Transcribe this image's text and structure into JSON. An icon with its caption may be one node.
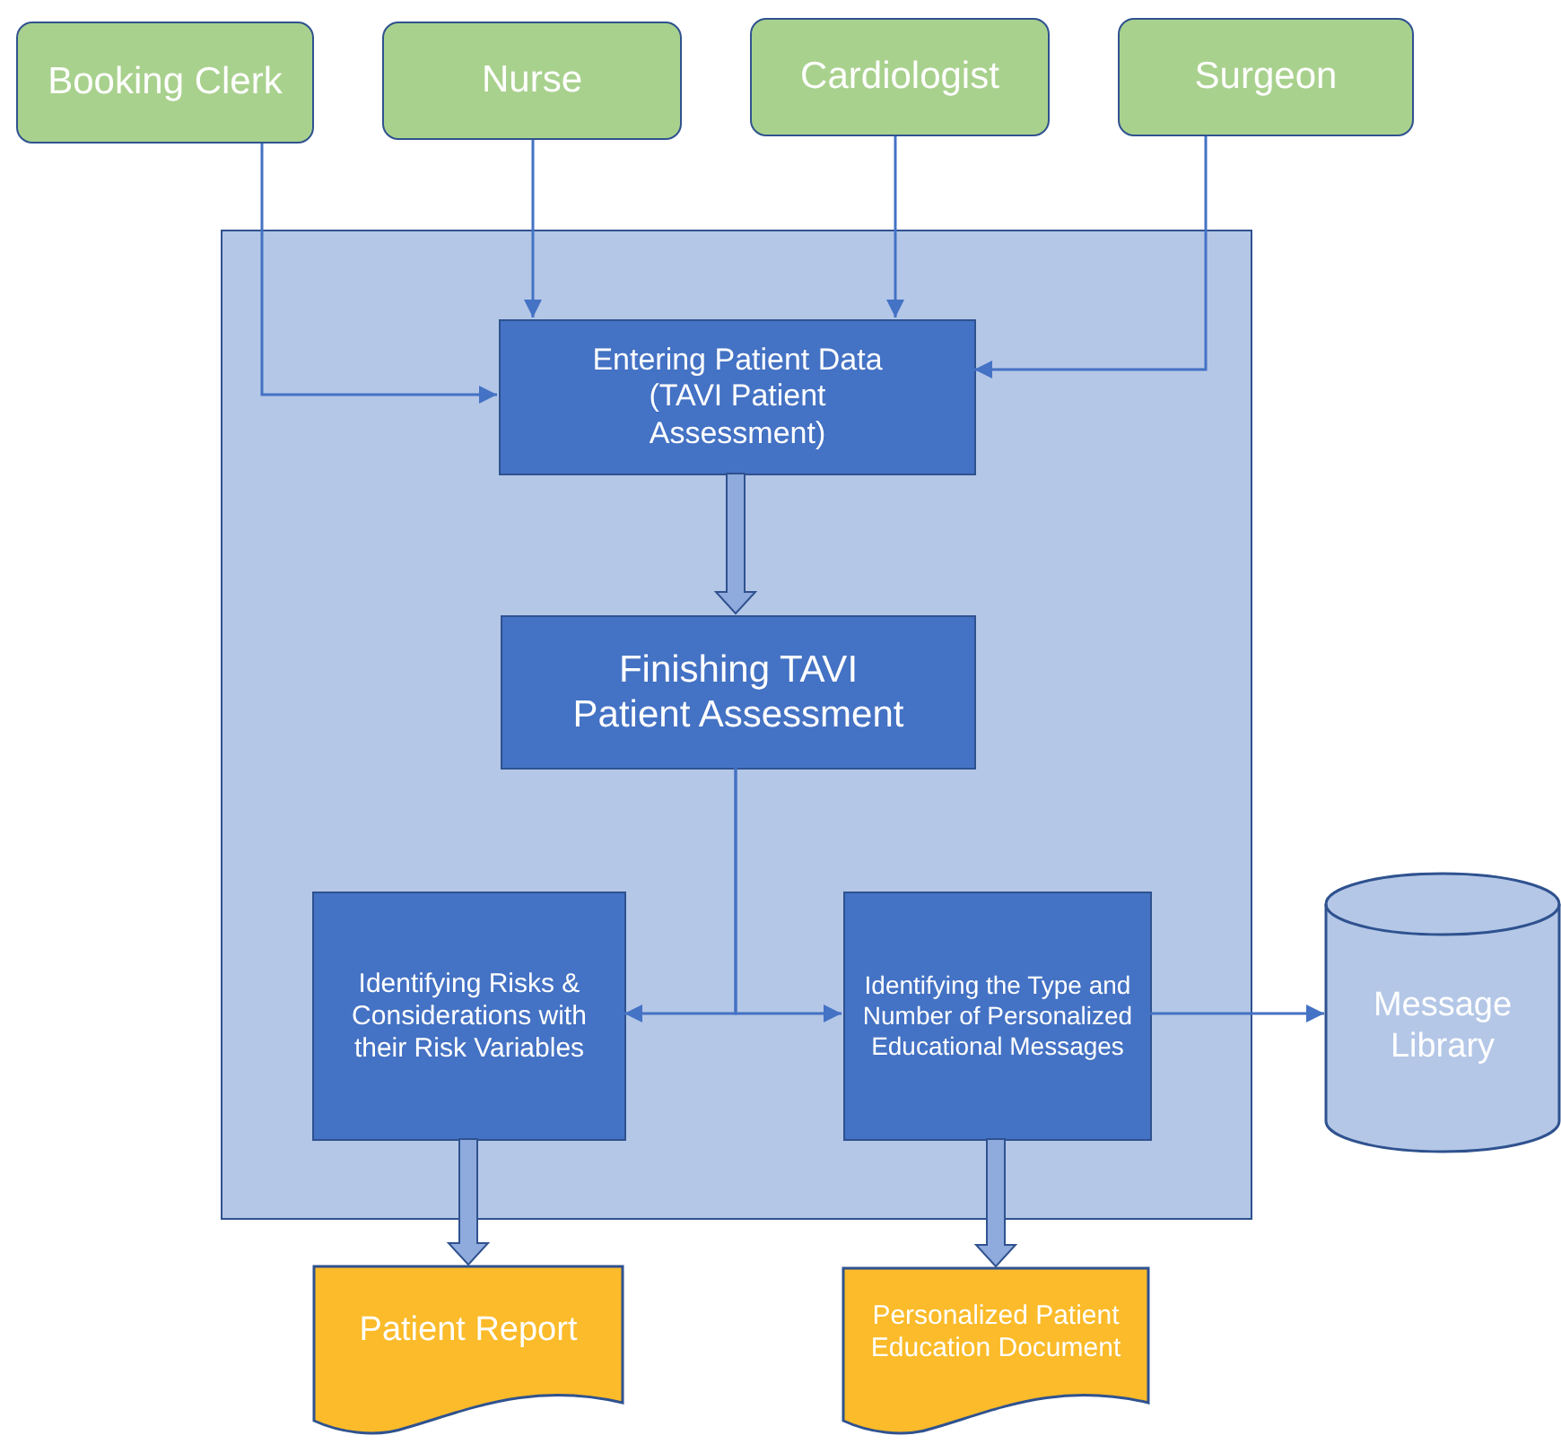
{
  "diagram": {
    "nodes": [
      {
        "text": [
          "Booking Clerk"
        ]
      },
      {
        "text": [
          "Nurse"
        ]
      },
      {
        "text": [
          "Cardiologist"
        ]
      },
      {
        "text": [
          "Surgeon"
        ]
      },
      {
        "text": [],
        "shape": "box"
      },
      {
        "text": [
          "Entering Patient Data (TAVI Patient Assessment)"
        ],
        "in": 4
      },
      {
        "text": [
          "Finishing TAVI Patient Assessment"
        ],
        "in": 4
      },
      {
        "text": [
          "Identifying Risks & Considerations with their Risk Variables"
        ],
        "in": 4
      },
      {
        "text": [
          "Identifying the Type and Number of Personalized Educational Messages"
        ],
        "in": 4
      },
      {
        "text": [
          "Message Library"
        ]
      },
      {
        "text": [
          "Patient Report"
        ]
      },
      {
        "text": [
          "Personalized Patient Education Document"
        ]
      }
    ],
    "edges": [
      {
        "from": 0,
        "to": 5,
        "arrow": "to"
      },
      {
        "from": 1,
        "to": 5,
        "arrow": "to"
      },
      {
        "from": 2,
        "to": 5,
        "arrow": "to"
      },
      {
        "from": 3,
        "to": 5,
        "arrow": "to"
      },
      {
        "from": 5,
        "to": 6,
        "arrow": "to",
        "style": "thick",
        "color": "#8faadc"
      },
      {
        "from": 6,
        "to": 7,
        "arrow": "to"
      },
      {
        "from": 6,
        "to": 8,
        "arrow": "to"
      },
      {
        "from": 8,
        "to": 9,
        "arrow": "to"
      },
      {
        "from": 7,
        "to": 10,
        "arrow": "to",
        "style": "thick",
        "color": "#8faadc"
      },
      {
        "from": 8,
        "to": 11,
        "arrow": "to",
        "style": "thick",
        "color": "#8faadc"
      }
    ]
  }
}
